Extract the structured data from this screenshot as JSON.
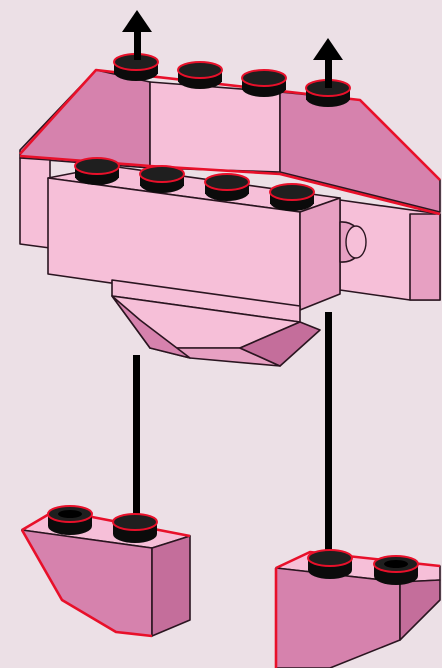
{
  "diagram": {
    "kind": "brick-assembly-instruction-step",
    "arrows_up": 2,
    "guide_lines": 2,
    "parts": [
      "upper-sloped-brick-assembly",
      "center-brick-assembly",
      "left-slope-brick",
      "right-slope-brick"
    ],
    "colors": {
      "background": "#ece0e6",
      "brick_light": "#f6bfd8",
      "brick_mid": "#e7a0c2",
      "brick_dark": "#d682ad",
      "brick_shadow": "#c46e9b",
      "outline": "#2a1520",
      "highlight_outline": "#e8102a",
      "stud_top": "#0b0b0b",
      "arrow": "#000000"
    }
  }
}
